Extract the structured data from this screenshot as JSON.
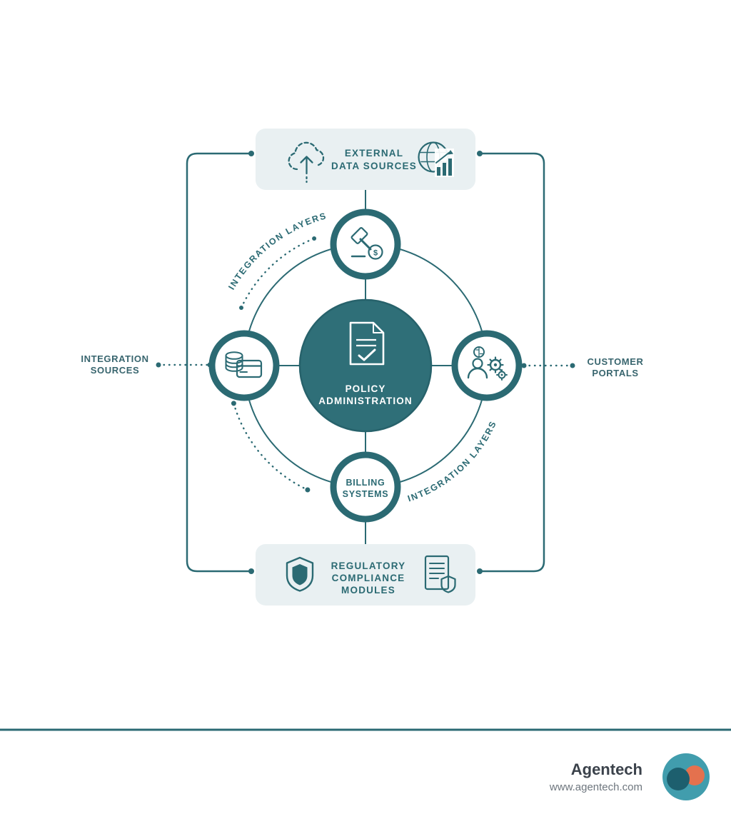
{
  "title": "Policy Administration integration diagram",
  "colors": {
    "teal": "#2b6a73",
    "center_fill": "#2f6f78",
    "banner_bg": "#e9f0f2",
    "brand_text": "#3b424b",
    "logo_teal": "#419dad",
    "logo_dark": "#1d5f6e",
    "logo_orange": "#e4714e"
  },
  "center": {
    "icon": "policy-document-icon",
    "label_lines": [
      "POLICY",
      "ADMINISTRATION"
    ]
  },
  "ring": {
    "top_node": {
      "icon": "gavel-dollar-icon",
      "coin_symbol": "$"
    },
    "left_node": {
      "icon": "coins-card-icon"
    },
    "right_node": {
      "icon": "customer-gears-icon"
    },
    "bottom_node": {
      "label_lines": [
        "BILLING",
        "SYSTEMS"
      ]
    }
  },
  "banners": {
    "top": {
      "label_lines": [
        "EXTERNAL",
        "DATA SOURCES"
      ],
      "left_icon": "cloud-upload-icon",
      "right_icon": "globe-analytics-icon"
    },
    "bottom": {
      "label_lines": [
        "REGULATORY",
        "COMPLIANCE",
        "MODULES"
      ],
      "left_icon": "shield-icon",
      "right_icon": "document-shield-icon"
    }
  },
  "side_labels": {
    "left": {
      "label_lines": [
        "INTEGRATION",
        "SOURCES"
      ]
    },
    "right": {
      "label_lines": [
        "CUSTOMER",
        "PORTALS"
      ]
    }
  },
  "arc_labels": {
    "top_left": "INTEGRATION LAYERS",
    "bottom_right": "INTEGRATION LAYERS"
  },
  "footer": {
    "brand": "Agentech",
    "website": "www.agentech.com"
  }
}
